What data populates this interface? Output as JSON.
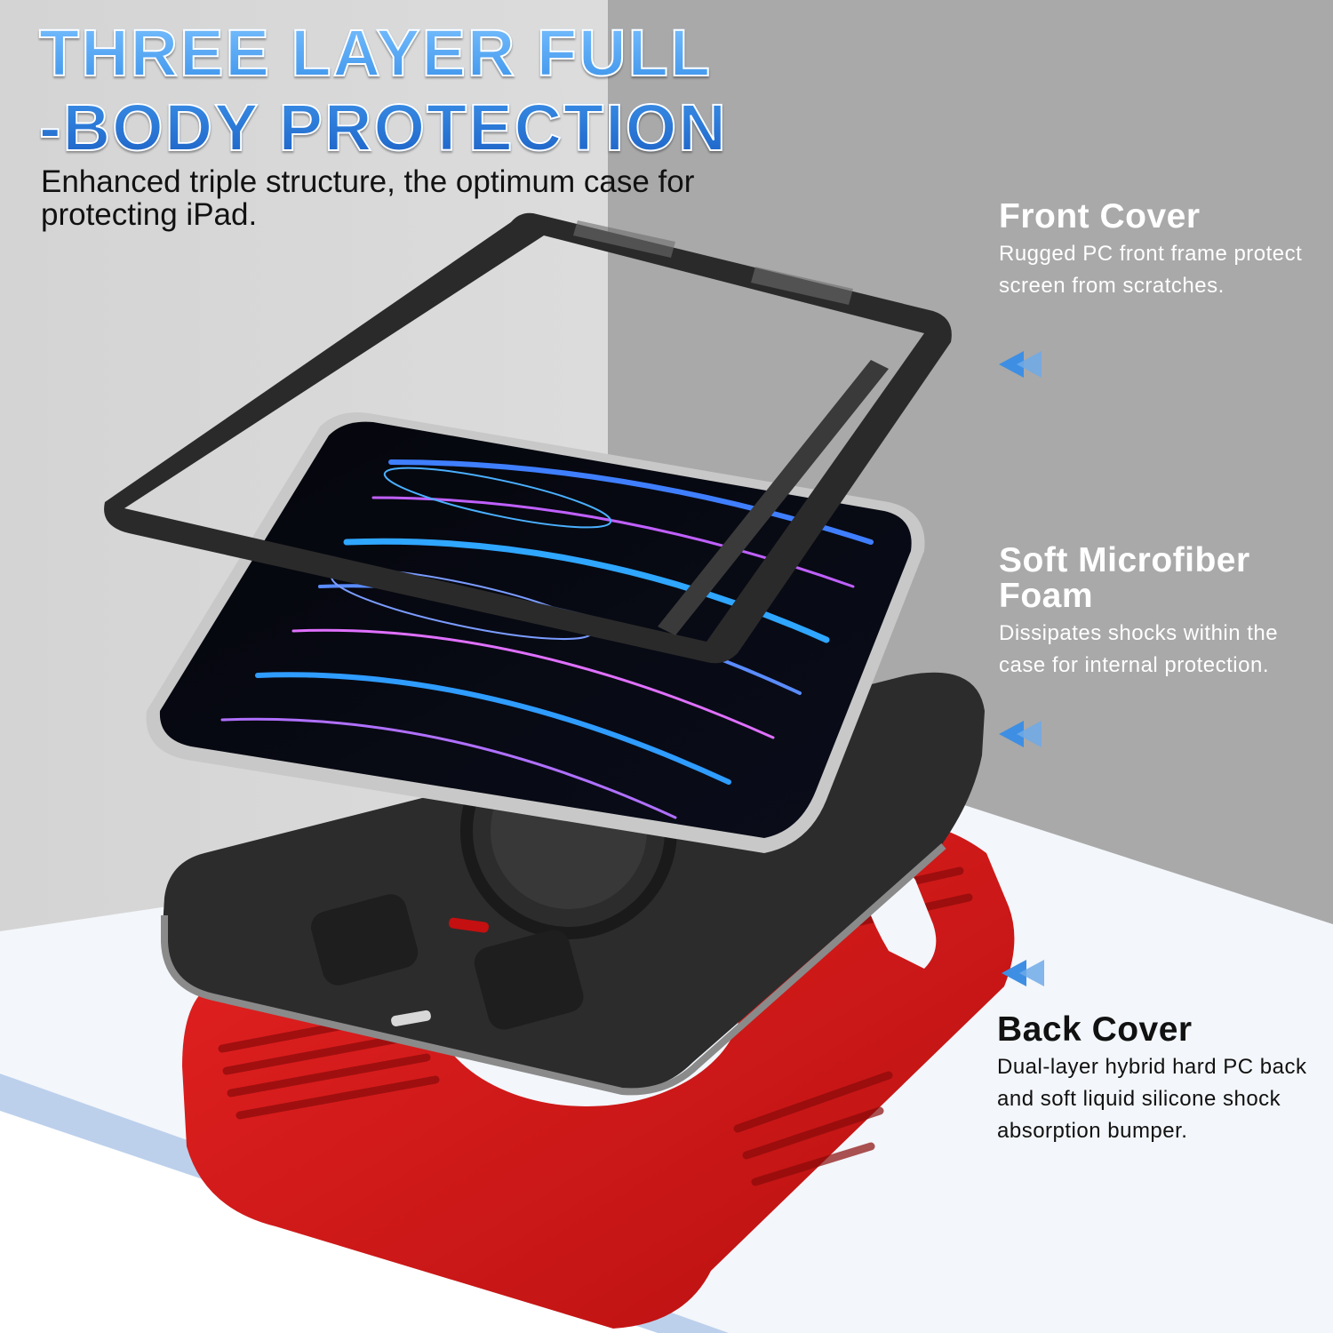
{
  "headline": {
    "line1": "THREE LAYER FULL",
    "line2": "-BODY PROTECTION"
  },
  "subheadline": "Enhanced triple structure, the optimum case for protecting iPad.",
  "features": [
    {
      "title": "Front Cover",
      "description": "Rugged PC front frame protect screen from scratches.",
      "icon": "double-left-arrow-icon"
    },
    {
      "title": "Soft Microfiber Foam",
      "description": "Dissipates shocks within the case for internal protection.",
      "icon": "double-left-arrow-icon"
    },
    {
      "title": "Back Cover",
      "description": "Dual-layer hybrid hard PC back and soft liquid silicone shock absorption bumper.",
      "icon": "double-left-arrow-icon"
    }
  ],
  "colors": {
    "headline_gradient_top": "#7cc1ff",
    "headline_gradient_bottom": "#1a5fc4",
    "left_wall": "#d8d8d8",
    "right_wall": "#a8a8a8",
    "floor": "#f3f6fa",
    "floor_edge": "#bcd0ec",
    "arrow": "#3e8fe3",
    "back_cover_red": "#d01818",
    "frame_black": "#2a2a2a"
  }
}
